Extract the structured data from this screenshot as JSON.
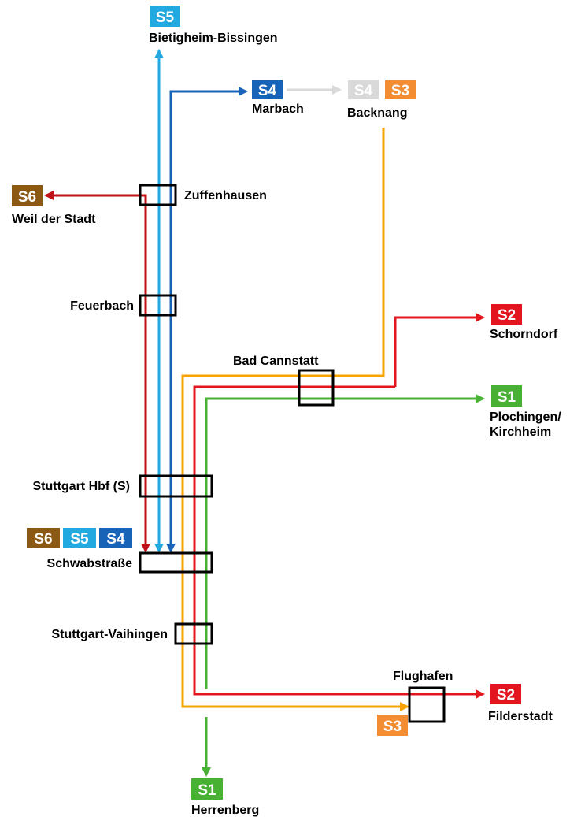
{
  "colors": {
    "S1": "#48b133",
    "S2": "#e3151f",
    "S3": "#f7a300",
    "S3_badge": "#f28d33",
    "S4": "#1763b8",
    "S5": "#22a9e0",
    "S6": "#8b5914",
    "S6_line": "#c11219",
    "inactive": "#d9d9d9",
    "station_stroke": "#000000"
  },
  "badges": {
    "s5_north": "S5",
    "s4_marbach": "S4",
    "s4_backnang": "S4",
    "s3_backnang": "S3",
    "s6_weil": "S6",
    "s2_schorndorf": "S2",
    "s1_plochingen": "S1",
    "s6_schwab": "S6",
    "s5_schwab": "S5",
    "s4_schwab": "S4",
    "s2_filderstadt": "S2",
    "s3_flughafen": "S3",
    "s1_herrenberg": "S1"
  },
  "destinations": {
    "bietigheim": "Bietigheim-Bissingen",
    "marbach": "Marbach",
    "backnang": "Backnang",
    "weil": "Weil der Stadt",
    "schorndorf": "Schorndorf",
    "plochingen_1": "Plochingen/",
    "plochingen_2": "Kirchheim",
    "filderstadt": "Filderstadt",
    "herrenberg": "Herrenberg"
  },
  "stations": {
    "zuffenhausen": "Zuffenhausen",
    "feuerbach": "Feuerbach",
    "bad_cannstatt": "Bad Cannstatt",
    "hbf": "Stuttgart Hbf (S)",
    "schwabstrasse": "Schwabstraße",
    "vaihingen": "Stuttgart-Vaihingen",
    "flughafen": "Flughafen"
  }
}
